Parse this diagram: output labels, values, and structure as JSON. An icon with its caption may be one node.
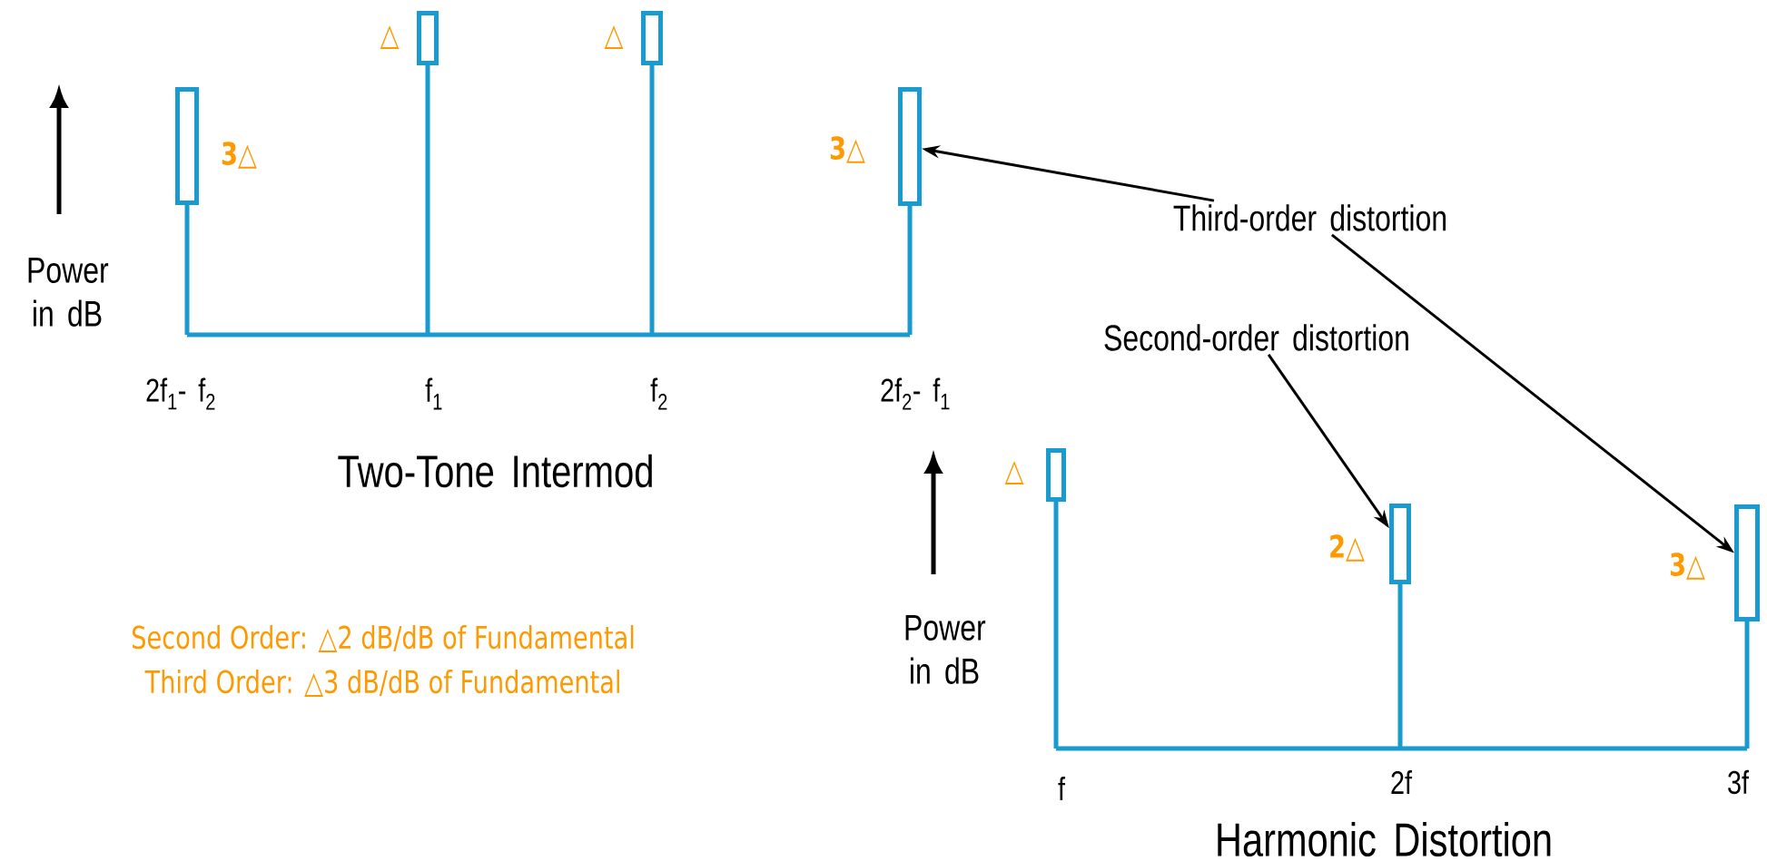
{
  "diagram": {
    "nodes": [
      {
        "text": [],
        "shape": "bar",
        "beside": [
          "3△"
        ]
      },
      {
        "text": [],
        "shape": "bar",
        "beside": [
          "△"
        ]
      },
      {
        "text": [],
        "shape": "bar",
        "beside": [
          "△"
        ]
      },
      {
        "text": [],
        "shape": "bar",
        "beside": [
          "3△"
        ]
      },
      {
        "text": [
          "Third-order distortion"
        ]
      },
      {
        "text": [
          "Second-order distortion"
        ]
      },
      {
        "text": [],
        "shape": "bar",
        "beside": [
          "△"
        ]
      },
      {
        "text": [],
        "shape": "bar",
        "beside": [
          "2△"
        ]
      },
      {
        "text": [],
        "shape": "bar",
        "beside": [
          "3△"
        ]
      }
    ],
    "edges": [
      {
        "from": 4,
        "to": 3,
        "arrow": "to"
      },
      {
        "from": 5,
        "to": 7,
        "arrow": "to"
      },
      {
        "from": 4,
        "to": 8,
        "arrow": "to"
      }
    ],
    "labels": [
      "Power in dB",
      "2f$_{1}$- f$_{2}$",
      "f$_{1}$",
      "f$_{2}$",
      "2f$_{2}$- f$_{1}$",
      "Two-Tone Intermod",
      "Power in dB",
      "Second Order: △2 dB/dB of Fundamental",
      "Third Order: △3 dB/dB of Fundamental",
      "f",
      "2f",
      "3f",
      "Harmonic Distortion"
    ]
  }
}
